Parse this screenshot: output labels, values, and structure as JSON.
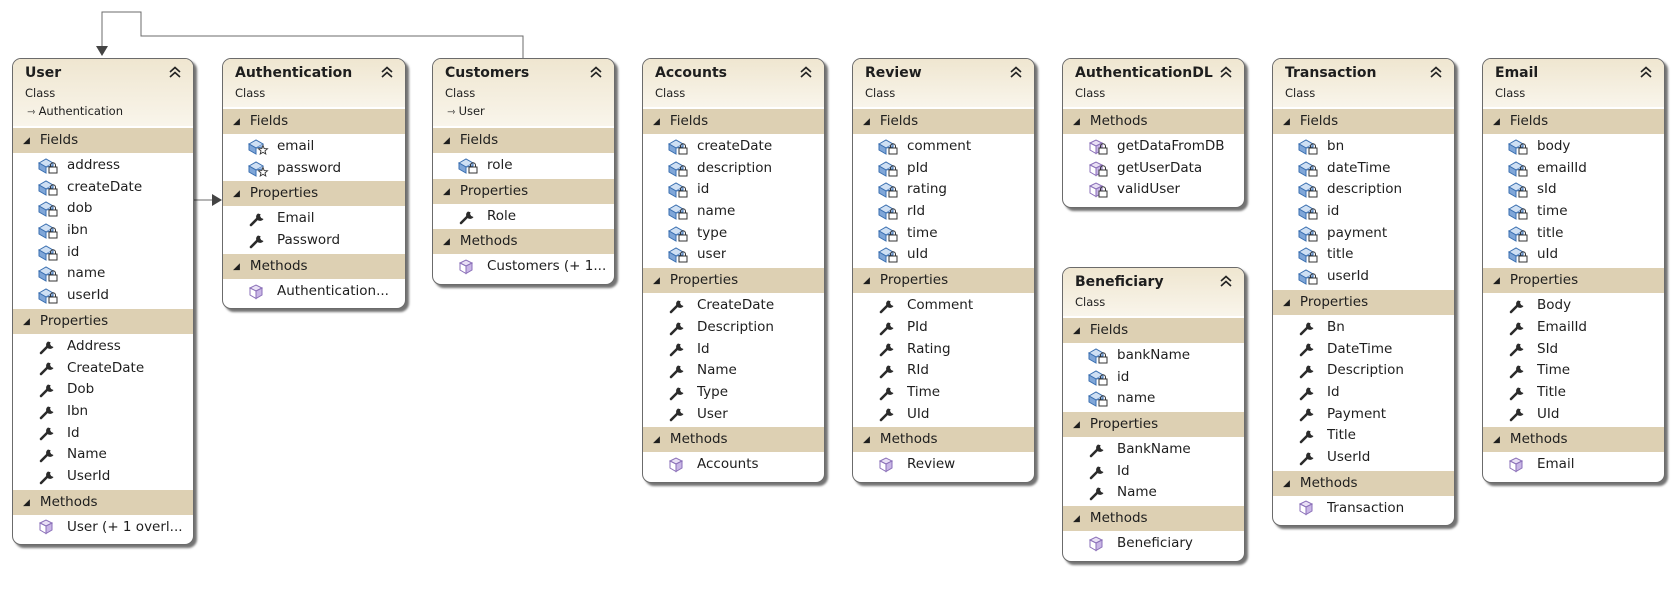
{
  "diagram": {
    "classes": [
      {
        "id": "user",
        "name": "User",
        "kind": "Class",
        "base": "Authentication",
        "sections": [
          {
            "title": "Fields",
            "type": "field",
            "members": [
              "address",
              "createDate",
              "dob",
              "ibn",
              "id",
              "name",
              "userId"
            ]
          },
          {
            "title": "Properties",
            "type": "property",
            "members": [
              "Address",
              "CreateDate",
              "Dob",
              "Ibn",
              "Id",
              "Name",
              "UserId"
            ]
          },
          {
            "title": "Methods",
            "type": "method",
            "members": [
              "User (+ 1 overl..."
            ]
          }
        ]
      },
      {
        "id": "authentication",
        "name": "Authentication",
        "kind": "Class",
        "base": "",
        "sections": [
          {
            "title": "Fields",
            "type": "field-star",
            "members": [
              "email",
              "password"
            ]
          },
          {
            "title": "Properties",
            "type": "property",
            "members": [
              "Email",
              "Password"
            ]
          },
          {
            "title": "Methods",
            "type": "method",
            "members": [
              "Authentication..."
            ]
          }
        ]
      },
      {
        "id": "customers",
        "name": "Customers",
        "kind": "Class",
        "base": "User",
        "sections": [
          {
            "title": "Fields",
            "type": "field",
            "members": [
              "role"
            ]
          },
          {
            "title": "Properties",
            "type": "property",
            "members": [
              "Role"
            ]
          },
          {
            "title": "Methods",
            "type": "method",
            "members": [
              "Customers (+ 1..."
            ]
          }
        ]
      },
      {
        "id": "accounts",
        "name": "Accounts",
        "kind": "Class",
        "base": "",
        "sections": [
          {
            "title": "Fields",
            "type": "field",
            "members": [
              "createDate",
              "description",
              "id",
              "name",
              "type",
              "user"
            ]
          },
          {
            "title": "Properties",
            "type": "property",
            "members": [
              "CreateDate",
              "Description",
              "Id",
              "Name",
              "Type",
              "User"
            ]
          },
          {
            "title": "Methods",
            "type": "method",
            "members": [
              "Accounts"
            ]
          }
        ]
      },
      {
        "id": "review",
        "name": "Review",
        "kind": "Class",
        "base": "",
        "sections": [
          {
            "title": "Fields",
            "type": "field",
            "members": [
              "comment",
              "pId",
              "rating",
              "rId",
              "time",
              "uId"
            ]
          },
          {
            "title": "Properties",
            "type": "property",
            "members": [
              "Comment",
              "PId",
              "Rating",
              "RId",
              "Time",
              "UId"
            ]
          },
          {
            "title": "Methods",
            "type": "method",
            "members": [
              "Review"
            ]
          }
        ]
      },
      {
        "id": "authenticationdl",
        "name": "AuthenticationDL",
        "kind": "Class",
        "base": "",
        "sections": [
          {
            "title": "Methods",
            "type": "static-method",
            "members": [
              "getDataFromDB",
              "getUserData",
              "validUser"
            ]
          }
        ]
      },
      {
        "id": "beneficiary",
        "name": "Beneficiary",
        "kind": "Class",
        "base": "",
        "sections": [
          {
            "title": "Fields",
            "type": "field",
            "members": [
              "bankName",
              "id",
              "name"
            ]
          },
          {
            "title": "Properties",
            "type": "property",
            "members": [
              "BankName",
              "Id",
              "Name"
            ]
          },
          {
            "title": "Methods",
            "type": "method",
            "members": [
              "Beneficiary"
            ]
          }
        ]
      },
      {
        "id": "transaction",
        "name": "Transaction",
        "kind": "Class",
        "base": "",
        "sections": [
          {
            "title": "Fields",
            "type": "field",
            "members": [
              "bn",
              "dateTime",
              "description",
              "id",
              "payment",
              "title",
              "userId"
            ]
          },
          {
            "title": "Properties",
            "type": "property",
            "members": [
              "Bn",
              "DateTime",
              "Description",
              "Id",
              "Payment",
              "Title",
              "UserId"
            ]
          },
          {
            "title": "Methods",
            "type": "method",
            "members": [
              "Transaction"
            ]
          }
        ]
      },
      {
        "id": "email",
        "name": "Email",
        "kind": "Class",
        "base": "",
        "sections": [
          {
            "title": "Fields",
            "type": "field",
            "members": [
              "body",
              "emailId",
              "sId",
              "time",
              "title",
              "uId"
            ]
          },
          {
            "title": "Properties",
            "type": "property",
            "members": [
              "Body",
              "EmailId",
              "SId",
              "Time",
              "Title",
              "UId"
            ]
          },
          {
            "title": "Methods",
            "type": "method",
            "members": [
              "Email"
            ]
          }
        ]
      }
    ],
    "relationships": [
      {
        "type": "inheritance",
        "from": "customers",
        "to": "user"
      },
      {
        "type": "inheritance",
        "from": "user",
        "to": "authentication"
      }
    ],
    "colors": {
      "header_bg": "#efe6d0",
      "section_bg": "#ddd0b3",
      "border": "#6b6b6b",
      "field_icon": "#3a6fb0",
      "method_icon": "#8a6fb8"
    },
    "icons": {
      "collapse": "double-chevron-up-icon",
      "field": "field-lock-icon",
      "field-star": "field-star-icon",
      "property": "wrench-icon",
      "method": "cube-icon",
      "static-method": "cube-lock-icon",
      "inherits": "inherits-arrow-icon"
    }
  }
}
